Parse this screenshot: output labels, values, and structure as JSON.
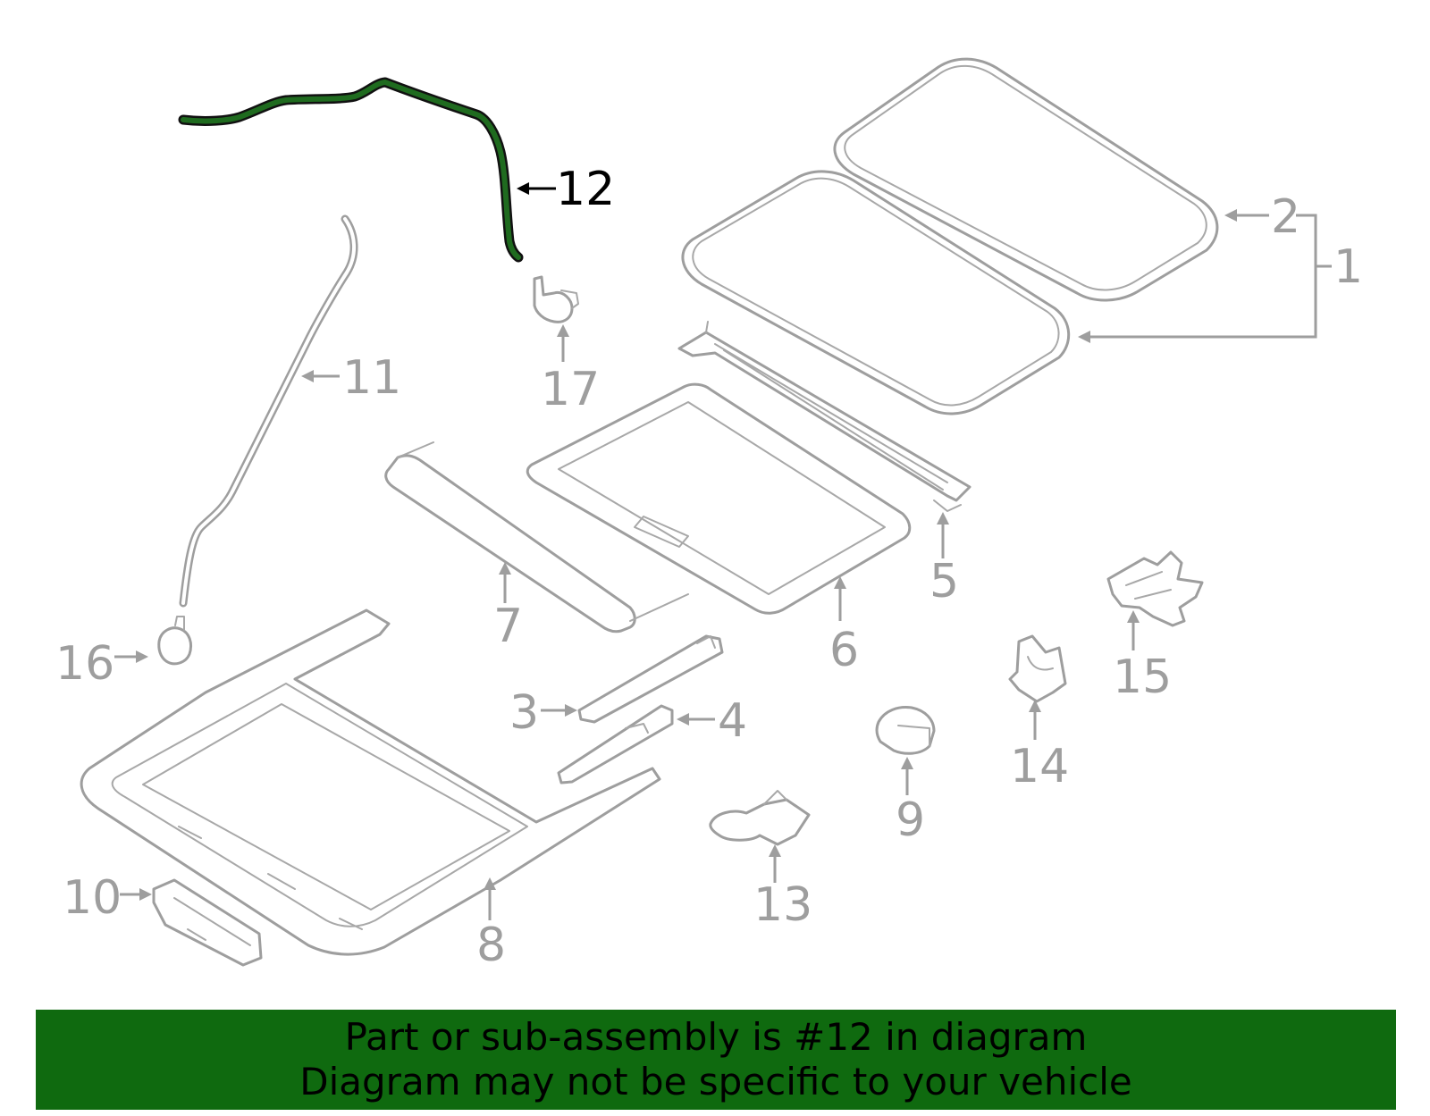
{
  "diagram": {
    "highlight_color": "#1f6b1f",
    "part_color": "#9e9e9e",
    "callouts": {
      "c1": "1",
      "c2": "2",
      "c3": "3",
      "c4": "4",
      "c5": "5",
      "c6": "6",
      "c7": "7",
      "c8": "8",
      "c9": "9",
      "c10": "10",
      "c11": "11",
      "c12": "12",
      "c13": "13",
      "c14": "14",
      "c15": "15",
      "c16": "16",
      "c17": "17"
    },
    "highlighted_part": "12"
  },
  "banner": {
    "background": "#0f6a0f",
    "line1": "Part or sub-assembly is #12 in diagram",
    "line2": "Diagram may not be specific to your vehicle"
  }
}
